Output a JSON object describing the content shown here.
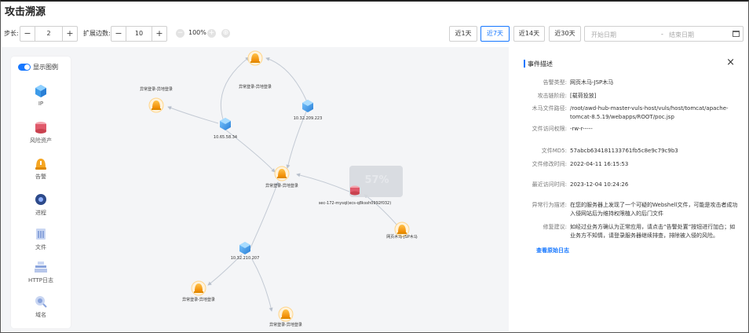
{
  "page": {
    "title": "攻击溯源"
  },
  "toolbar": {
    "step_label": "步长:",
    "step_value": "2",
    "edges_label": "扩展边数:",
    "edges_value": "10",
    "zoom_value": "100%",
    "minus": "−",
    "plus": "+",
    "dates": [
      "近1天",
      "近7天",
      "近14天",
      "近30天"
    ],
    "active_date": "近7天",
    "start_placeholder": "开始日期",
    "sep": "-",
    "end_placeholder": "结束日期"
  },
  "legend": {
    "toggle_label": "显示图例",
    "items": [
      {
        "label": "IP",
        "icon": "cube-icon"
      },
      {
        "label": "风险资产",
        "icon": "risk-asset-icon"
      },
      {
        "label": "告警",
        "icon": "alert-icon"
      },
      {
        "label": "进程",
        "icon": "process-icon"
      },
      {
        "label": "文件",
        "icon": "file-icon"
      },
      {
        "label": "HTTP日志",
        "icon": "http-log-icon"
      },
      {
        "label": "域名",
        "icon": "domain-icon"
      }
    ]
  },
  "graph": {
    "nodes": [
      {
        "id": "a1",
        "type": "alert",
        "label": "异常登录-异地登录"
      },
      {
        "id": "a2",
        "type": "alert",
        "label": "异常登录-异地登录"
      },
      {
        "id": "ip1",
        "type": "ip",
        "label": "10.32.209.223"
      },
      {
        "id": "ip2",
        "type": "ip",
        "label": "10.65.58.34"
      },
      {
        "id": "a3",
        "type": "alert",
        "label": "异常登录-异地登录"
      },
      {
        "id": "host",
        "type": "asset",
        "label": "sec-172-mysql(ecs-q8kssh0992f032)"
      },
      {
        "id": "a4",
        "type": "alert",
        "label": "网页木马-JSP木马"
      },
      {
        "id": "ip3",
        "type": "ip",
        "label": "10.32.210.207"
      },
      {
        "id": "a5",
        "type": "alert",
        "label": "异常登录-异地登录"
      },
      {
        "id": "a6",
        "type": "alert",
        "label": "异常登录-异地登录"
      }
    ],
    "host_badge": "57%"
  },
  "panel": {
    "title": "事件描述",
    "close": "×",
    "rows": [
      {
        "k": "告警类型:",
        "v": "网页木马-JSP木马"
      },
      {
        "k": "攻击链阶段:",
        "v": "[载荷投放]"
      },
      {
        "k": "木马文件路径:",
        "v": "/root/awd-hub-master-vuls-host/vuls/host/tomcat/apache-tomcat-8.5.19/webapps/ROOT/poc.jsp"
      },
      {
        "k": "文件访问权限:",
        "v": "-rw-r-----"
      },
      {
        "k": "文件MD5:",
        "v": "57abcb634181133761fb5c8e9c79c9b3"
      },
      {
        "k": "文件修改时间:",
        "v": "2022-04-11 16:15:53"
      },
      {
        "k": "最近访问时间:",
        "v": "2023-12-04 10:24:26"
      },
      {
        "k": "异常行为描述:",
        "v": "在您的服务器上发现了一个可疑的Webshell文件，可能是攻击者成功入侵网站后为维持权限植入的后门文件"
      },
      {
        "k": "修复建议:",
        "v": "如经过业务方确认为正常应用，请点击“告警处置”按钮进行加白；如业务方不知情，请登录服务器继续排查，排除被入侵的风险。"
      }
    ],
    "link": "查看原始日志"
  },
  "colors": {
    "accent": "#1677ff",
    "alert": "#f5a623",
    "ip": "#3d9be9",
    "asset": "#e05a6b"
  }
}
